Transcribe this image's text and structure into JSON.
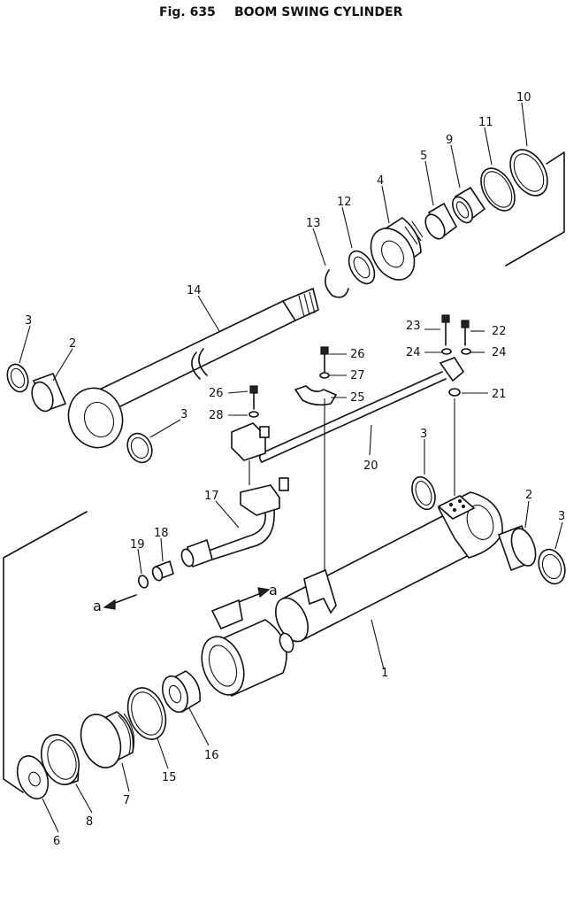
{
  "figure": {
    "number": "Fig. 635",
    "title": "BOOM SWING CYLINDER"
  },
  "callouts": [
    "1",
    "2",
    "3",
    "3",
    "3",
    "3",
    "4",
    "5",
    "6",
    "7",
    "8",
    "9",
    "10",
    "11",
    "12",
    "13",
    "14",
    "15",
    "16",
    "17",
    "18",
    "19",
    "20",
    "21",
    "22",
    "23",
    "24",
    "24",
    "25",
    "26",
    "26",
    "27",
    "28",
    "2"
  ],
  "arrow_markers": [
    "a",
    "a"
  ]
}
